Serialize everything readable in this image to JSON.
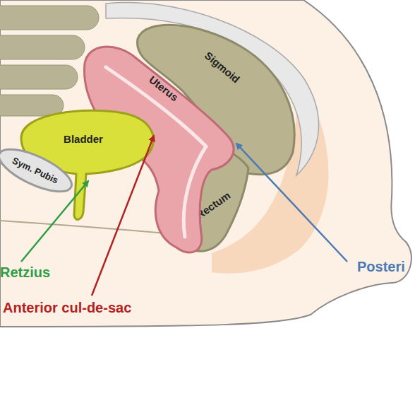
{
  "diagram": {
    "nodes": [
      {
        "text": [
          "Sigmoid"
        ]
      },
      {
        "text": [
          "Uterus"
        ]
      },
      {
        "text": [
          "Bladder"
        ]
      },
      {
        "text": [
          "Sym. Pubis"
        ]
      },
      {
        "text": [
          "Rectum"
        ]
      }
    ],
    "labels": [
      "Retzius",
      "Anterior cul-de-sac",
      "Posteri"
    ]
  }
}
